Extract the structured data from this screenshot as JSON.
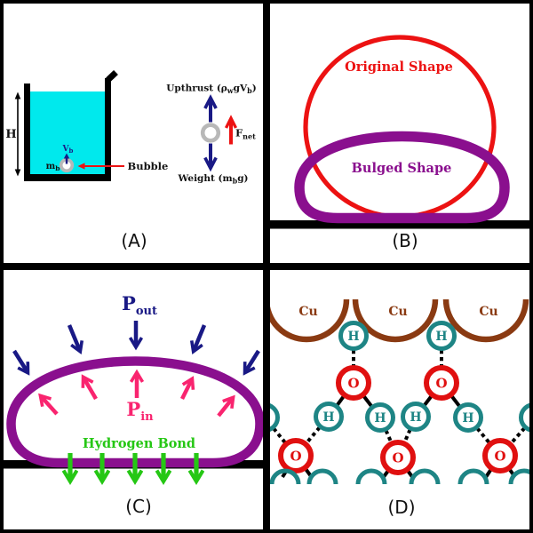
{
  "colors": {
    "navy": "#191985",
    "red": "#EC1212",
    "purple": "#8A0F8E",
    "pink": "#F9246F",
    "green": "#25C714",
    "teal": "#1E8585",
    "brown": "#8A3A12",
    "gray": "#B8B8B8",
    "cyan": "#00E9ED",
    "black": "#000000"
  },
  "panel_a": {
    "caption": "(A)",
    "height_label": "H",
    "bubble_mass": {
      "main": "m",
      "sub": "b"
    },
    "bubble_velocity": {
      "main": "V",
      "sub": "b"
    },
    "bubble_label": "Bubble",
    "upthrust": {
      "t1": "Upthrust (ρ",
      "s1": "w",
      "t2": "gV",
      "s2": "b",
      "t3": ")"
    },
    "weight": {
      "t1": "Weight (m",
      "s1": "b",
      "t2": "g)"
    },
    "fnet": {
      "main": "F",
      "sub": "net"
    }
  },
  "panel_b": {
    "caption": "(B)",
    "original_label": "Original Shape",
    "bulged_label": "Bulged Shape"
  },
  "panel_c": {
    "caption": "(C)",
    "p_out": {
      "main": "P",
      "sub": "out"
    },
    "p_in": {
      "main": "P",
      "sub": "in"
    },
    "hydrogen_bond_label": "Hydrogen Bond"
  },
  "panel_d": {
    "caption": "(D)",
    "cu": "Cu",
    "h": "H",
    "o": "O"
  }
}
